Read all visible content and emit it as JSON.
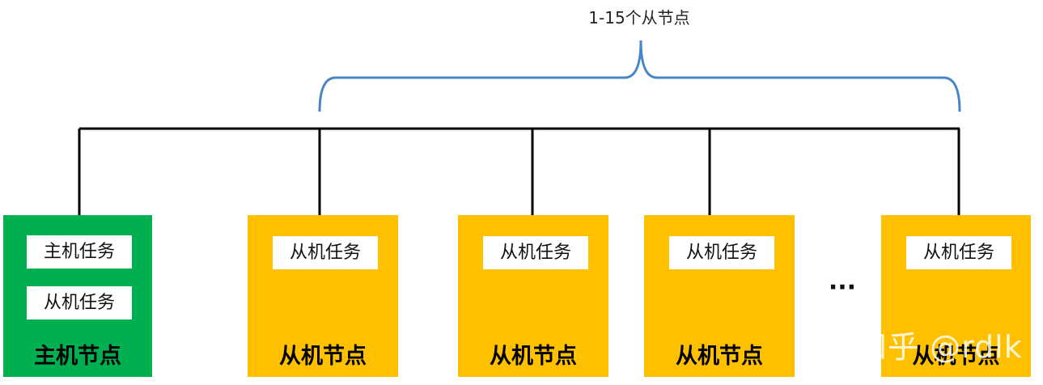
{
  "range_label": "1-15个从节点",
  "ellipsis": "···",
  "watermark": "知乎 @rdlk",
  "colors": {
    "master_node": "#00b050",
    "slave_node": "#ffc000",
    "task_box": "#ffffff",
    "bus_line": "#000000",
    "brace": "#4a86c5"
  },
  "master": {
    "tasks": [
      "主机任务",
      "从机任务"
    ],
    "title": "主机节点"
  },
  "slaves": [
    {
      "task": "从机任务",
      "title": "从机节点"
    },
    {
      "task": "从机任务",
      "title": "从机节点"
    },
    {
      "task": "从机任务",
      "title": "从机节点"
    },
    {
      "task": "从机任务",
      "title": "从机节点"
    }
  ]
}
